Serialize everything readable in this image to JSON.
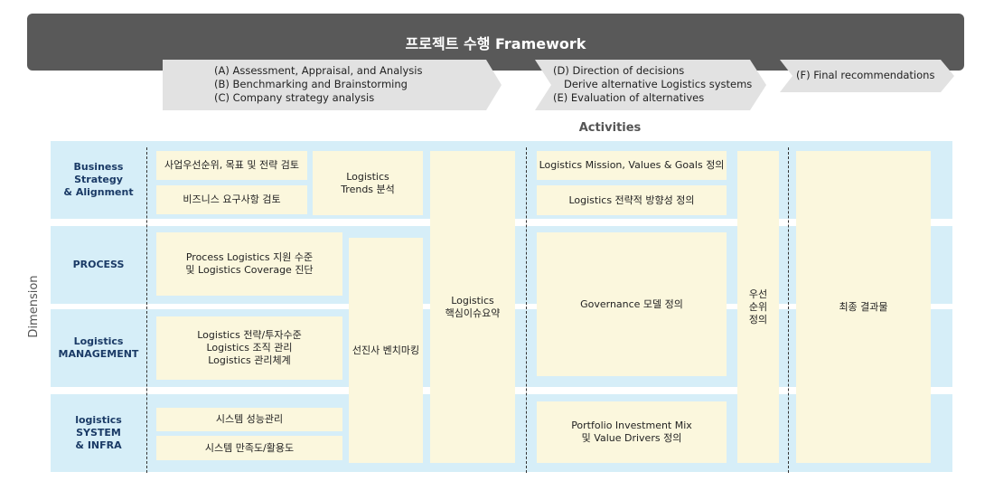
{
  "banner": {
    "title": "프로젝트 수행 Framework"
  },
  "phases": {
    "a": [
      "(A) Assessment, Appraisal, and Analysis",
      "(B) Benchmarking and Brainstorming",
      "(C) Company strategy analysis"
    ],
    "d": [
      "(D) Direction of decisions",
      "Derive alternative Logistics systems",
      "(E) Evaluation of alternatives"
    ],
    "f": "(F) Final recommendations"
  },
  "axis": {
    "activities": "Activities",
    "dimension": "Dimension"
  },
  "rows": {
    "business": [
      "Business",
      "Strategy",
      "& Alignment"
    ],
    "process": [
      "PROCESS"
    ],
    "management": [
      "Logistics",
      "MANAGEMENT"
    ],
    "system": [
      "logistics",
      "SYSTEM",
      "& INFRA"
    ]
  },
  "boxes": {
    "b1": "사업우선순위, 목표 및 전략 검토",
    "b2": "비즈니스 요구사항 검토",
    "trends": [
      "Logistics",
      "Trends 분석"
    ],
    "p1": [
      "Process Logistics 지원 수준",
      "및 Logistics Coverage 진단"
    ],
    "m1": [
      "Logistics 전략/투자수준",
      "Logistics 조직 관리",
      "Logistics 관리체계"
    ],
    "benchmark": "선진사 벤치마킹",
    "s1": "시스템 성능관리",
    "s2": "시스템 만족도/활용도",
    "core": [
      "Logistics",
      "핵심이슈요약"
    ],
    "mission": "Logistics Mission, Values & Goals 정의",
    "direction": "Logistics 전략적 방향성 정의",
    "governance": "Governance 모델 정의",
    "portfolio": [
      "Portfolio Investment Mix",
      "및 Value Drivers 정의"
    ],
    "priority": [
      "우선",
      "순위",
      "정의"
    ],
    "final": "최종 결과물"
  },
  "colors": {
    "banner": "#595959",
    "chevron": "#e2e2e2",
    "band": "#d6eef8",
    "box": "#fbf7dd",
    "rowlabel": "#1a3a66"
  }
}
